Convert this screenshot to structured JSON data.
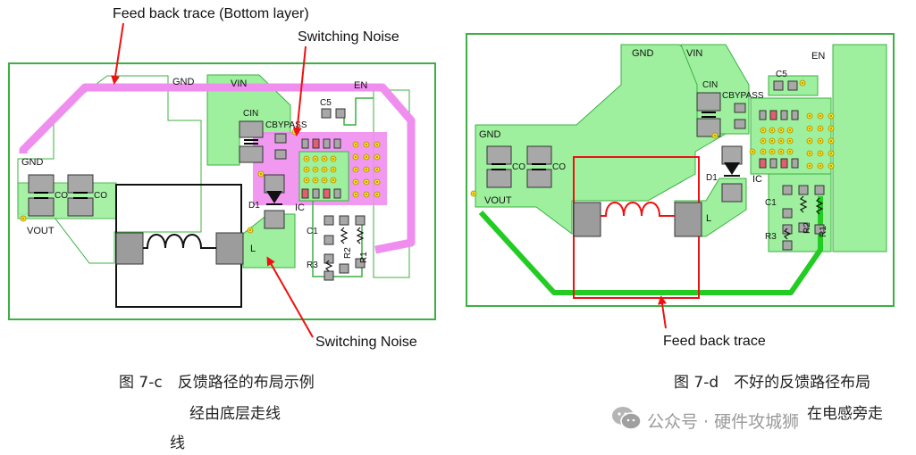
{
  "left_panel": {
    "callout_top": "Feed back trace (Bottom layer)",
    "callout_switching_top": "Switching Noise",
    "callout_switching_bottom": "Switching Noise",
    "labels": {
      "gnd_top": "GND",
      "vin": "VIN",
      "en": "EN",
      "c5": "C5",
      "cin": "CIN",
      "cbypass": "CBYPASS",
      "gnd_left": "GND",
      "co1": "CO",
      "co2": "CO",
      "vout": "VOUT",
      "d1": "D1",
      "ic": "IC",
      "l": "L",
      "c1": "C1",
      "r3": "R3",
      "r2": "R2",
      "r1": "R1"
    }
  },
  "right_panel": {
    "callout_bottom": "Feed back trace",
    "labels": {
      "gnd_top": "GND",
      "vin": "VIN",
      "en": "EN",
      "c5": "C5",
      "cin": "CIN",
      "cbypass": "CBYPASS",
      "gnd_left": "GND",
      "co1": "CO",
      "co2": "CO",
      "vout": "VOUT",
      "d1": "D1",
      "ic": "IC",
      "l": "L",
      "c1": "C1",
      "r3": "R3",
      "r2": "R2",
      "r1": "R1"
    }
  },
  "captions": {
    "left_line1": "图 7-c　反馈路径的布局示例",
    "left_line2": "经由底层走线",
    "left_line3": "线",
    "right_line1": "图 7-d　不好的反馈路径布局",
    "right_line2": "在电感旁走"
  },
  "watermark": "公众号 · 硬件攻城狮",
  "colors": {
    "board_outline": "#3cb043",
    "copper": "#9ef09e",
    "feedback_left": "#f08ef0",
    "feedback_right": "#22cc22",
    "inductor_box_right": "#ee1111",
    "callout_arrow": "#ee1111"
  }
}
